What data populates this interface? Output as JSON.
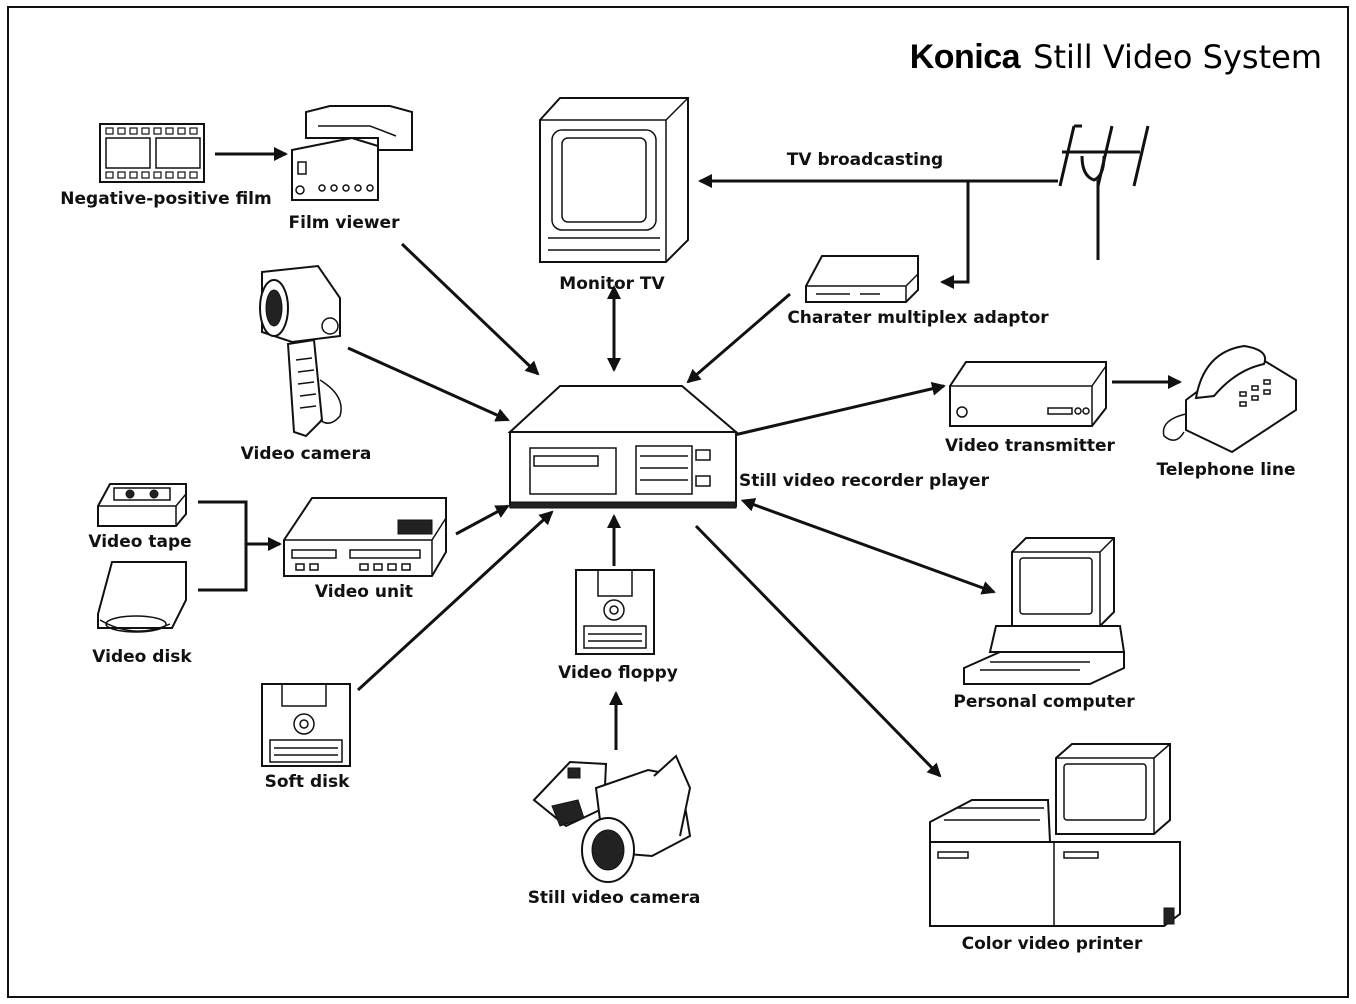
{
  "title": {
    "brand": "Konica",
    "rest": "Still Video System"
  },
  "center": {
    "label": "Still video recorder  player"
  },
  "devices": {
    "film": "Negative-positive film",
    "film_viewer": "Film viewer",
    "monitor_tv": "Monitor TV",
    "tv_broadcasting": "TV broadcasting",
    "multiplex_adaptor": "Charater multiplex adaptor",
    "video_camera": "Video camera",
    "video_transmitter": "Video transmitter",
    "telephone_line": "Telephone line",
    "video_tape": "Video tape",
    "video_disk": "Video disk",
    "video_unit": "Video unit",
    "video_floppy": "Video floppy",
    "soft_disk": "Soft disk",
    "still_video_camera": "Still video camera",
    "personal_computer": "Personal computer",
    "color_video_printer": "Color video printer"
  }
}
